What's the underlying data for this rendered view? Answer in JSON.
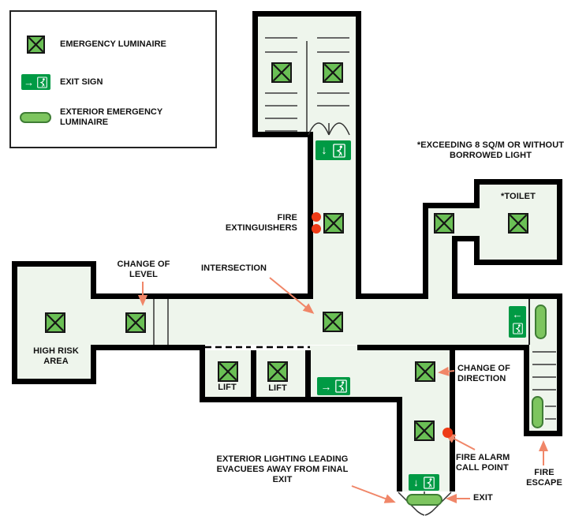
{
  "colors": {
    "luminaire_green": "#6abf55",
    "exit_sign_green": "#009a44",
    "exterior_pill_green": "#7dc55f",
    "alert_red": "#ee3b16",
    "annotation_arrow_orange": "#f08668",
    "floor_fill": "#eef5ec",
    "wall_black": "#000000"
  },
  "icons": {
    "arrow_right": "→",
    "arrow_down": "↓",
    "arrow_left": "←",
    "running_man": "running-man",
    "luminaire_cross": "crossed-square"
  },
  "legend": {
    "items": [
      {
        "id": "emergency-luminaire",
        "label": "EMERGENCY LUMINAIRE"
      },
      {
        "id": "exit-sign",
        "label": "EXIT SIGN"
      },
      {
        "id": "exterior-emergency-luminaire",
        "label": "EXTERIOR EMERGENCY LUMINAIRE"
      }
    ]
  },
  "plan_labels": {
    "exceeding_note": "*EXCEEDING 8 SQ/M OR WITHOUT BORROWED LIGHT",
    "toilet": "*TOILET",
    "fire_extinguishers": "FIRE EXTINGUISHERS",
    "intersection": "INTERSECTION",
    "change_of_level": "CHANGE OF LEVEL",
    "high_risk_area": "HIGH RISK AREA",
    "lift_left": "LIFT",
    "lift_right": "LIFT",
    "change_of_direction": "CHANGE OF DIRECTION",
    "fire_alarm_call_point": "FIRE ALARM CALL POINT",
    "fire_escape": "FIRE ESCAPE",
    "exit": "EXIT",
    "exterior_lighting": "EXTERIOR LIGHTING LEADING EVACUEES AWAY FROM FINAL EXIT"
  }
}
